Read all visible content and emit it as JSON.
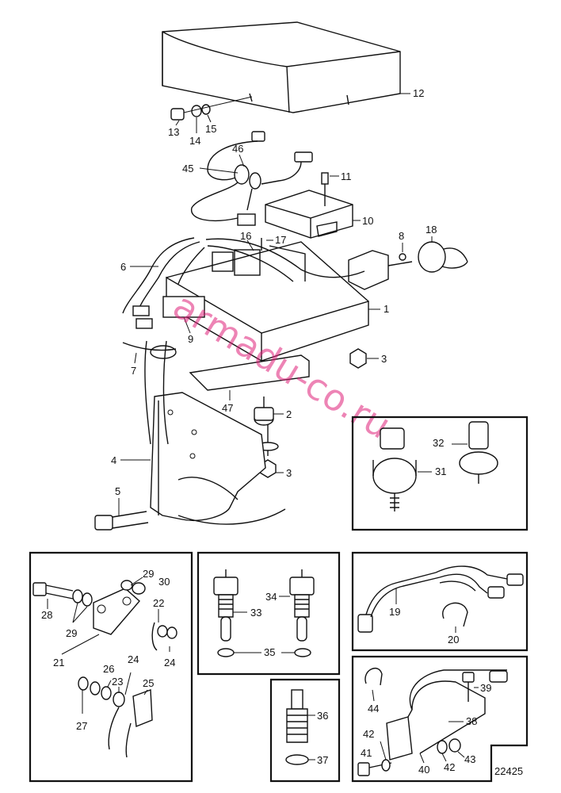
{
  "figure_id": "22425",
  "watermark": "armadu-co.ru",
  "callouts": {
    "c1": "1",
    "c2": "2",
    "c3a": "3",
    "c3b": "3",
    "c4": "4",
    "c5": "5",
    "c6": "6",
    "c7": "7",
    "c8": "8",
    "c9": "9",
    "c10": "10",
    "c11": "11",
    "c12": "12",
    "c13": "13",
    "c14": "14",
    "c15": "15",
    "c16": "16",
    "c17": "17",
    "c18": "18",
    "c19": "19",
    "c20": "20",
    "c21": "21",
    "c22": "22",
    "c23": "23",
    "c24a": "24",
    "c24b": "24",
    "c25": "25",
    "c26": "26",
    "c27": "27",
    "c28": "28",
    "c29a": "29",
    "c29b": "29",
    "c30": "30",
    "c31": "31",
    "c32": "32",
    "c33": "33",
    "c34": "34",
    "c35": "35",
    "c36": "36",
    "c37": "37",
    "c38": "38",
    "c39": "39",
    "c40": "40",
    "c41": "41",
    "c42a": "42",
    "c42b": "42",
    "c43": "43",
    "c44": "44",
    "c45": "45",
    "c46": "46",
    "c47": "47"
  }
}
